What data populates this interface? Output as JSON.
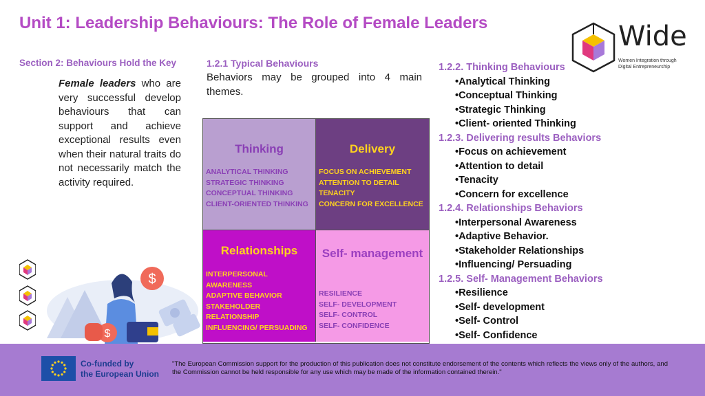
{
  "title": "Unit 1: Leadership Behaviours: The Role of Female Leaders",
  "section": {
    "label": "Section 2: Behaviours Hold the Key",
    "intro_bold": "Female leaders",
    "intro_rest": " who are very successful develop behaviours that can support and achieve exceptional results even when their natural traits do not necessarily match the activity required."
  },
  "typical": {
    "title": "1.2.1 Typical Behaviours",
    "text": "Behaviors may be grouped into 4 main themes."
  },
  "grid": {
    "thinking": {
      "head": "Thinking",
      "items": [
        "ANALYTICAL THINKING",
        "STRATEGIC THINKING",
        "CONCEPTUAL THINKING",
        "CLIENT-ORIENTED THINKING"
      ]
    },
    "delivery": {
      "head": "Delivery",
      "items": [
        "FOCUS ON ACHIEVEMENT",
        "ATTENTION TO DETAIL",
        "TENACITY",
        "CONCERN FOR EXCELLENCE"
      ]
    },
    "relationships": {
      "head": "Relationships",
      "items": [
        "INTERPERSONAL",
        "AWARENESS",
        "ADAPTIVE BEHAVIOR",
        "STAKEHOLDER",
        "RELATIONSHIP",
        "INFLUENCING/ PERSUADING"
      ]
    },
    "self": {
      "head": "Self- management",
      "items": [
        "RESILIENCE",
        "SELF- DEVELOPMENT",
        "SELF- CONTROL",
        "SELF- CONFIDENCE"
      ]
    }
  },
  "right": {
    "h1": "1.2.2. Thinking Behaviours",
    "l1": [
      "•Analytical  Thinking",
      "•Conceptual Thinking",
      "•Strategic Thinking",
      "•Client- oriented Thinking"
    ],
    "h2": "1.2.3. Delivering results Behaviors",
    "l2": [
      "•Focus on achievement",
      "•Attention to detail",
      "•Tenacity",
      "•Concern for excellence"
    ],
    "h3": "1.2.4. Relationships Behaviors",
    "l3": [
      "•Interpersonal Awareness",
      "•Adaptive Behavior.",
      "•Stakeholder Relationships",
      "•Influencing/ Persuading"
    ],
    "h4": "1.2.5. Self- Management Behaviors",
    "l4": [
      "•Resilience",
      "•Self- development",
      "•Self- Control",
      "•Self- Confidence"
    ]
  },
  "logo": {
    "word": "Wide",
    "sub1": "Women Integration through",
    "sub2": "Digital Entrepreneurship"
  },
  "footer": {
    "eu1": "Co-funded by",
    "eu2": "the European Union",
    "disclaimer": "\"The European Commission support for the production of this publication does not constitute endorsement of the contents which reflects the views only of the authors, and the Commission cannot be held responsible for any use which may be made of the information contained therein.\""
  },
  "colors": {
    "accent": "#b44bc4",
    "thinking_cell": "#b99fd0",
    "delivery_cell": "#6d3f82",
    "relationships_cell": "#bf0fc8",
    "self_cell": "#f59ae6",
    "footer": "#a67bd1"
  }
}
